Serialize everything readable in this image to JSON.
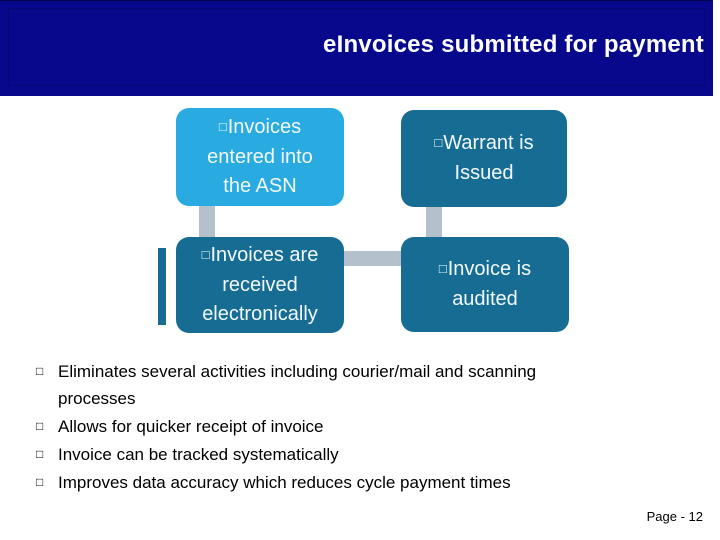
{
  "title": "eInvoices submitted for payment",
  "colors": {
    "header_bg": "#08088C",
    "box_light_blue": "#29ABE2",
    "box_dark_teal": "#176C93",
    "connector_gray": "#B4C1CC",
    "title_text": "#FFFFFF",
    "body_text": "#000000"
  },
  "diagram": {
    "bullet_char": "□",
    "boxes": [
      {
        "id": "invoices-entered",
        "style": "light",
        "lines": [
          "Invoices",
          "entered into",
          "the ASN"
        ]
      },
      {
        "id": "warrant-issued",
        "style": "dark",
        "lines": [
          "Warrant is",
          "Issued"
        ]
      },
      {
        "id": "invoices-received",
        "style": "dark",
        "lines": [
          "Invoices are",
          "received",
          "electronically"
        ]
      },
      {
        "id": "invoice-audited",
        "style": "dark",
        "lines": [
          "Invoice is",
          "audited"
        ]
      }
    ]
  },
  "bullets": {
    "char": "□",
    "items": [
      "Eliminates several activities including courier/mail  and scanning processes",
      "Allows for quicker receipt of invoice",
      "Invoice can be tracked systematically",
      "Improves data accuracy which reduces cycle payment times"
    ]
  },
  "footer": {
    "page_label": "Page - 12"
  }
}
